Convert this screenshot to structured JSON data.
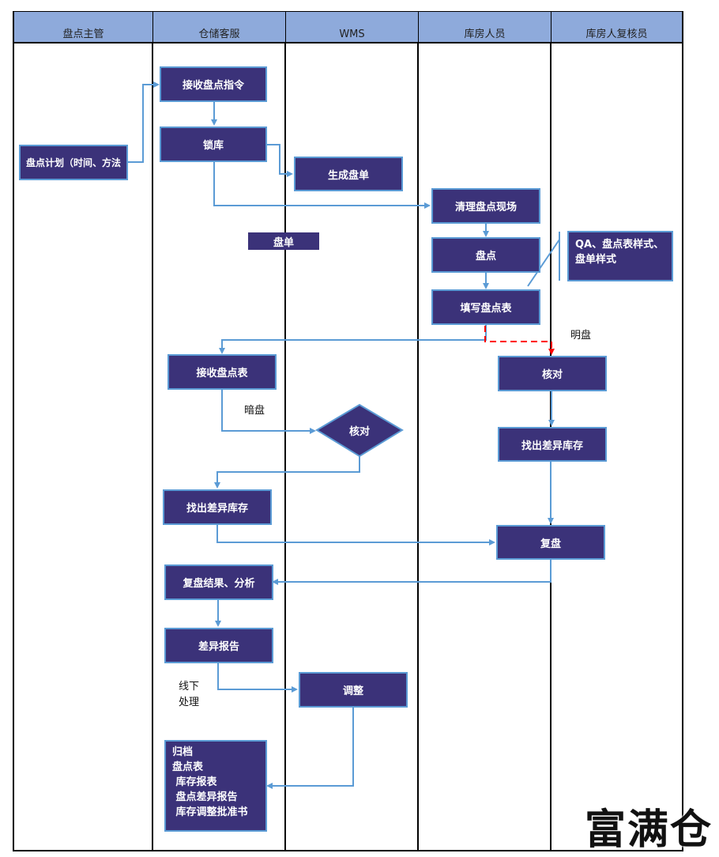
{
  "colors": {
    "header_fill": "#8eaadb",
    "box_fill": "#3b3279",
    "box_border": "#5b9bd5",
    "connector": "#5b9bd5",
    "dashed_connector": "#ff0000",
    "lane_border": "#000000"
  },
  "lanes": [
    {
      "label": "盘点主管"
    },
    {
      "label": "仓储客服"
    },
    {
      "label": "WMS"
    },
    {
      "label": "库房人员"
    },
    {
      "label": "库房人复核员"
    }
  ],
  "nodes": {
    "plan": "盘点计划（时间、方法",
    "receive_instruction": "接收盘点指令",
    "lock_warehouse": "锁库",
    "generate_sheet": "生成盘单",
    "clean_site": "清理盘点现场",
    "sheet_doc": "盘单",
    "count": "盘点",
    "qa_note": "QA、盘点表样式、盘单样式",
    "fill_form": "填写盘点表",
    "receive_form": "接收盘点表",
    "verify_diamond": "核对",
    "verify_box": "核对",
    "find_diff_cs": "找出差异库存",
    "find_diff_reviewer": "找出差异库存",
    "recount": "复盘",
    "recount_result": "复盘结果、分析",
    "diff_report": "差异报告",
    "adjust": "调整",
    "archive": {
      "lines": [
        "归档",
        "盘点表",
        " 库存报表",
        " 盘点差异报告",
        " 库存调整批准书"
      ]
    }
  },
  "annotations": {
    "open_count": "明盘",
    "blind_count": "暗盘",
    "offline_line1": "线下",
    "offline_line2": "处理"
  },
  "watermark": "富满仓"
}
